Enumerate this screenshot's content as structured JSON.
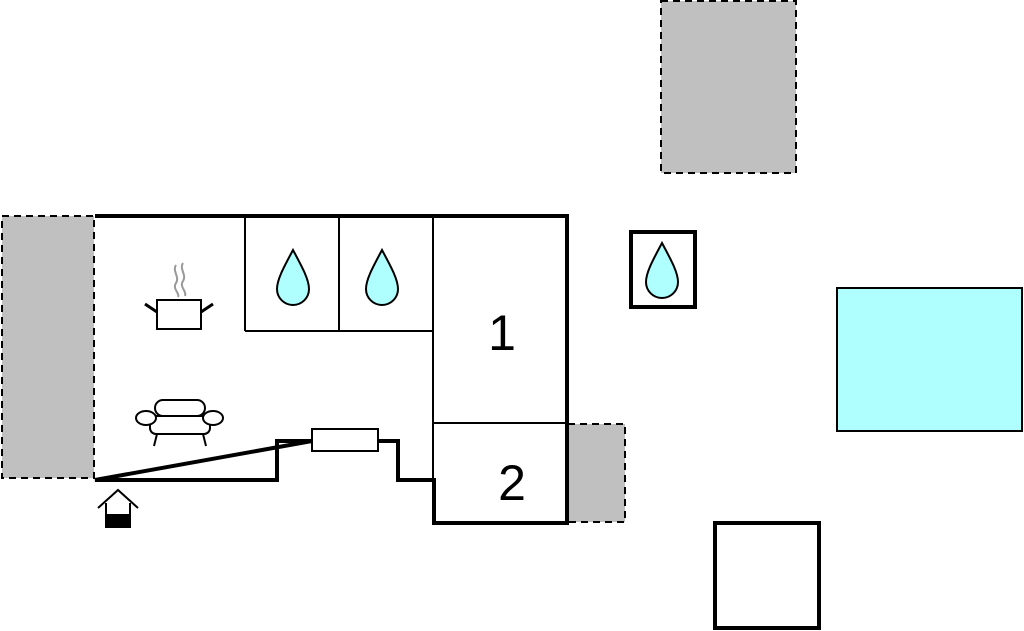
{
  "rooms": [
    {
      "id": "bedroom-1",
      "label": "1"
    },
    {
      "id": "bedroom-2",
      "label": "2"
    }
  ],
  "icons": {
    "kitchen": "cooking-pot-icon",
    "living": "sofa-icon",
    "bathroom": "water-drop-icon",
    "entrance": "house-entrance-icon",
    "fireplace": "fireplace-icon"
  },
  "colors": {
    "wall": "#000000",
    "terrace": "#c0c0c0",
    "pool": "#b0ffff",
    "water": "#b0ffff",
    "background": "#ffffff"
  }
}
